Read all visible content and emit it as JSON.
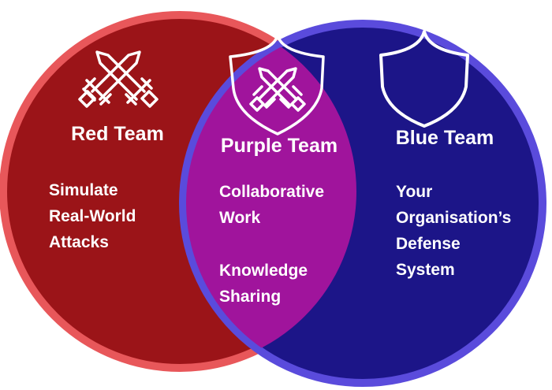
{
  "colors": {
    "red_fill": "#9b1418",
    "red_ring": "#e8575a",
    "blue_fill": "#1c1588",
    "blue_ring": "#5a4bdc",
    "purple_fill": "#a0149c",
    "icon_stroke": "#ffffff"
  },
  "red_team": {
    "icon": "crossed-swords-icon",
    "title": "Red Team",
    "lines": [
      "Simulate",
      "Real-World",
      "Attacks"
    ]
  },
  "purple_team": {
    "icon": "shield-with-crossed-swords-icon",
    "title": "Purple Team",
    "group1": [
      "Collaborative",
      "Work"
    ],
    "group2": [
      "Knowledge",
      "Sharing"
    ]
  },
  "blue_team": {
    "icon": "shield-icon",
    "title": "Blue Team",
    "lines": [
      "Your",
      "Organisation’s",
      "Defense",
      "System"
    ]
  }
}
